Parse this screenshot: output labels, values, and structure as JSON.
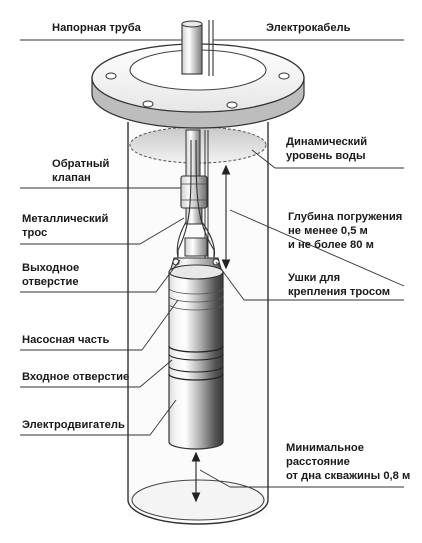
{
  "labels": {
    "pressure_pipe": [
      "Напорная труба"
    ],
    "electric_cable": [
      "Электрокабель"
    ],
    "dynamic_level": [
      "Динамический",
      "уровень воды"
    ],
    "check_valve": [
      "Обратный",
      "клапан"
    ],
    "metal_rope": [
      "Металлический",
      "трос"
    ],
    "outlet": [
      "Выходное",
      "отверстие"
    ],
    "immersion_depth": [
      "Глубина погружения",
      "не менее 0,5 м",
      "и не более 80 м"
    ],
    "rope_lugs": [
      "Ушки для",
      "крепления тросом"
    ],
    "pump_section": [
      "Насосная часть"
    ],
    "inlet": [
      "Входное отверстие"
    ],
    "motor": [
      "Электродвигатель"
    ],
    "min_distance": [
      "Минимальное",
      "расстояние",
      "от дна скважины 0,8 м"
    ]
  }
}
